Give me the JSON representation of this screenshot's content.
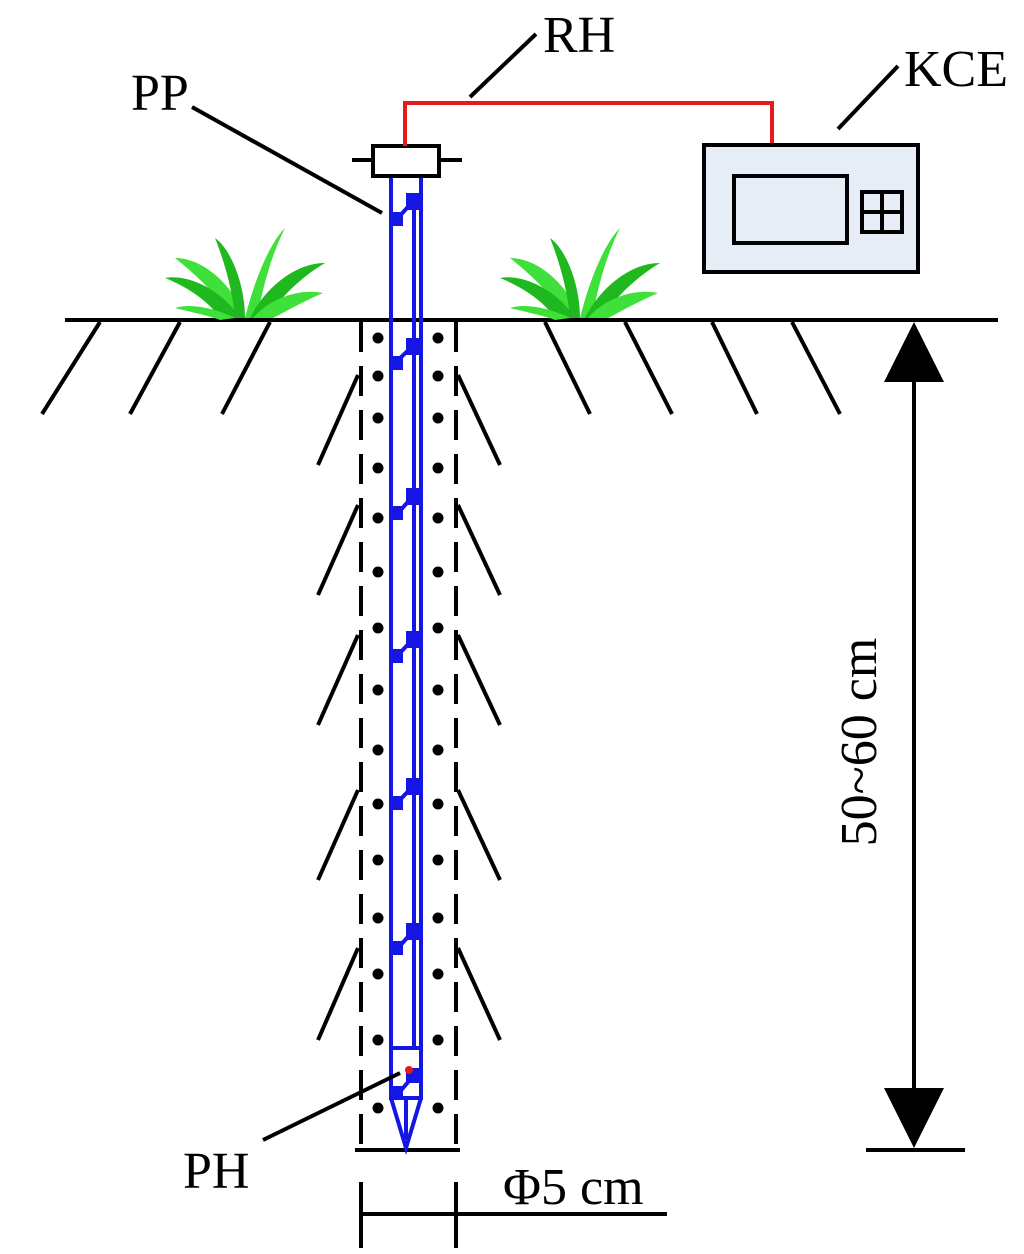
{
  "labels": {
    "rh": "RH",
    "pp": "PP",
    "kce": "KCE",
    "ph": "PH",
    "depth": "50~60 cm",
    "diameter": "Φ5 cm"
  },
  "colors": {
    "cable": "#e41b1b",
    "probe": "#1515e6",
    "grass": "#3fe03a",
    "grass_dark": "#20b81f",
    "device_fill": "#e6edf7",
    "sensor_dot": "#e41b1b",
    "ink": "#000000"
  },
  "icons": {
    "vegetation": "grass-tuft-icon",
    "device_keypad": "keypad-icon",
    "arrow_up": "arrow-up-icon",
    "arrow_down": "arrow-down-icon"
  }
}
